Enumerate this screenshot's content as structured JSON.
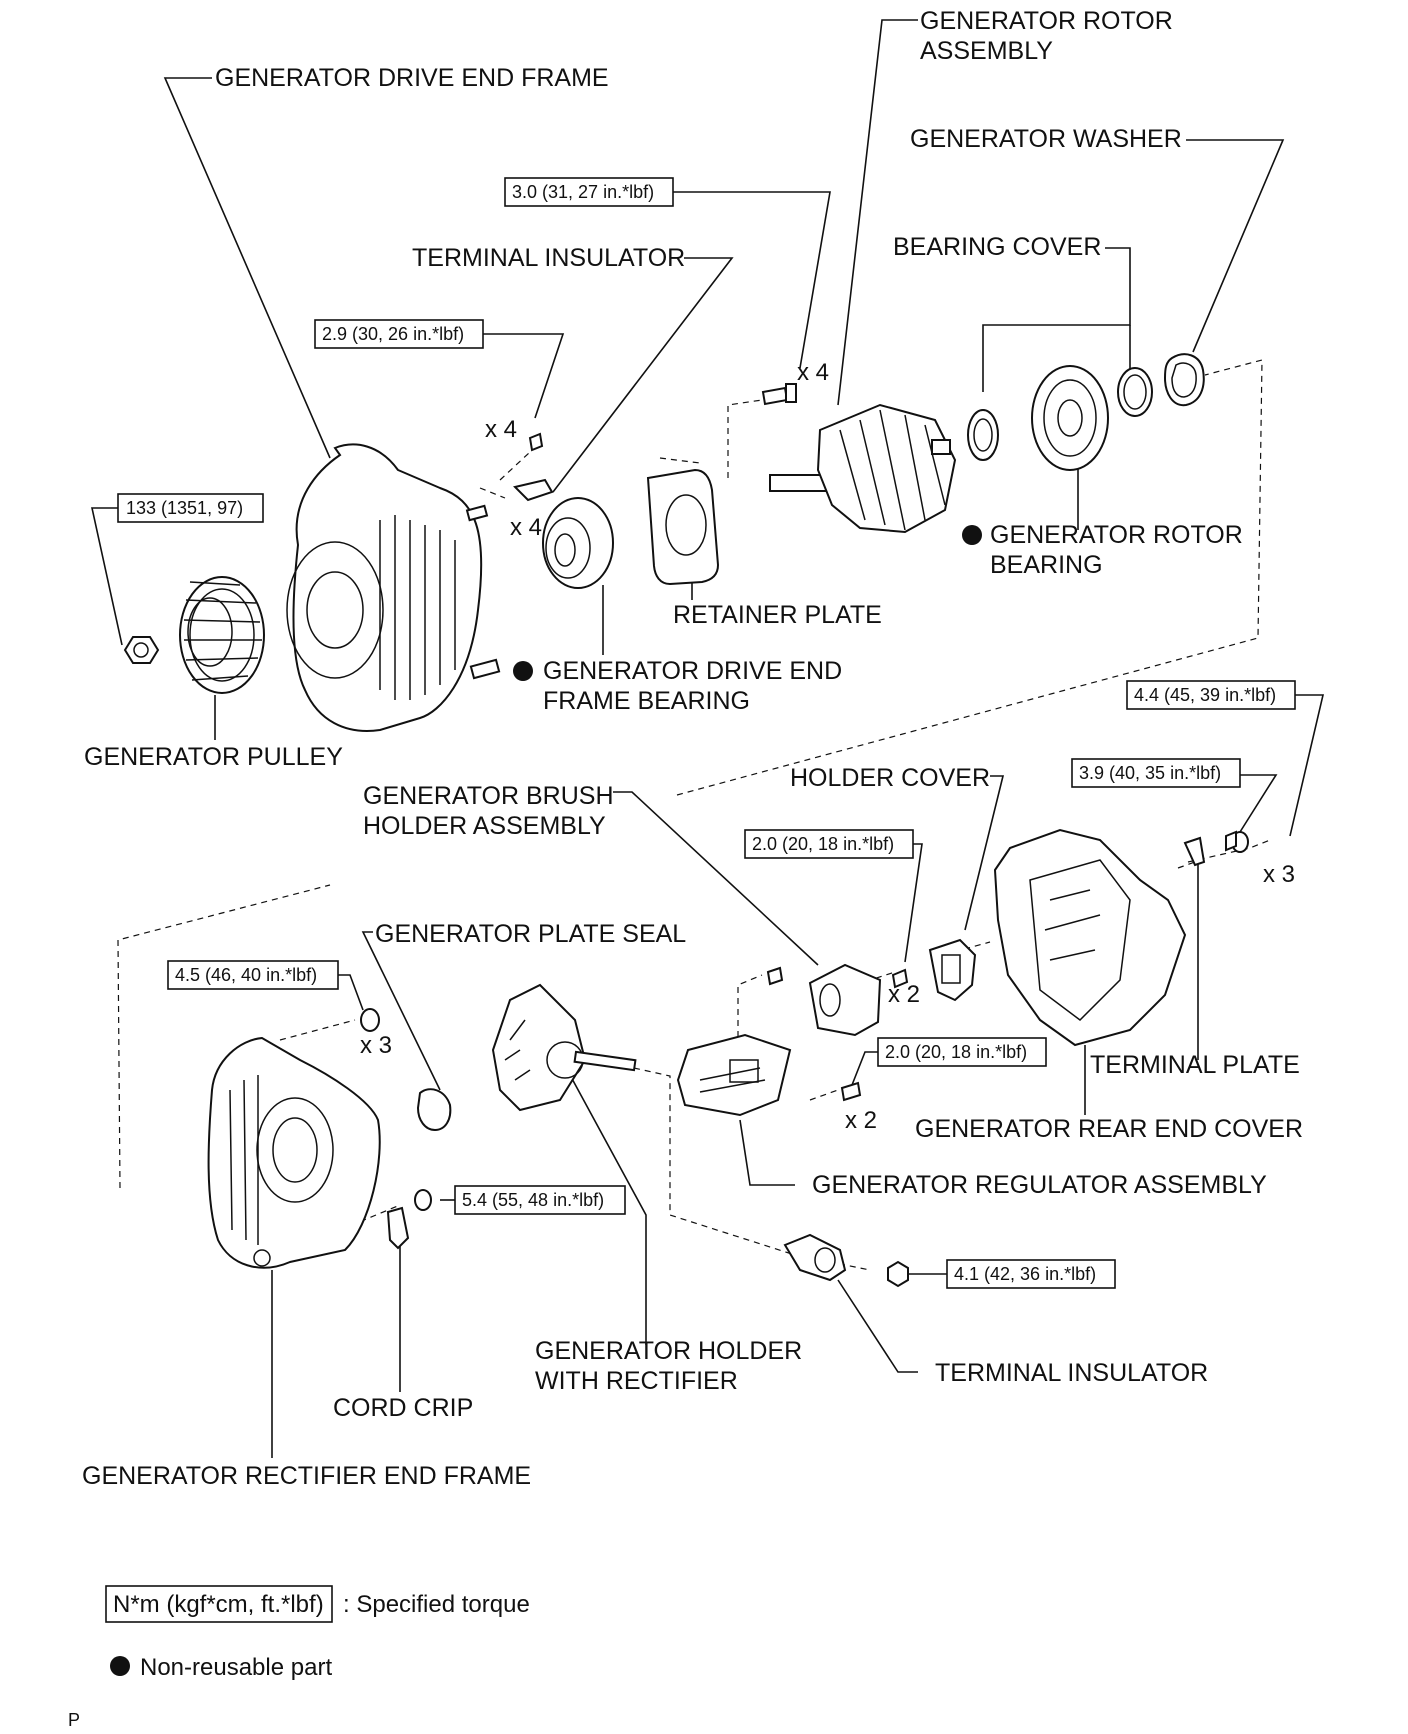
{
  "labels": {
    "drive_end_frame": "GENERATOR DRIVE END FRAME",
    "rotor_assembly_1": "GENERATOR ROTOR",
    "rotor_assembly_2": "ASSEMBLY",
    "washer": "GENERATOR WASHER",
    "terminal_insulator_top": "TERMINAL INSULATOR",
    "bearing_cover": "BEARING COVER",
    "rotor_bearing_1": "GENERATOR ROTOR",
    "rotor_bearing_2": "BEARING",
    "retainer_plate": "RETAINER PLATE",
    "drive_end_bearing_1": "GENERATOR DRIVE END",
    "drive_end_bearing_2": "FRAME BEARING",
    "pulley": "GENERATOR PULLEY",
    "brush_holder_1": "GENERATOR BRUSH",
    "brush_holder_2": "HOLDER ASSEMBLY",
    "holder_cover": "HOLDER COVER",
    "plate_seal": "GENERATOR PLATE SEAL",
    "terminal_plate": "TERMINAL PLATE",
    "rear_end_cover": "GENERATOR REAR END COVER",
    "regulator": "GENERATOR REGULATOR ASSEMBLY",
    "holder_rectifier_1": "GENERATOR HOLDER",
    "holder_rectifier_2": "WITH RECTIFIER",
    "terminal_insulator_bottom": "TERMINAL INSULATOR",
    "cord_clip": "CORD CRIP",
    "rectifier_end_frame": "GENERATOR RECTIFIER END FRAME"
  },
  "torques": {
    "t1": "3.0 (31, 27 in.*lbf)",
    "t2": "2.9 (30, 26 in.*lbf)",
    "t3": "133 (1351, 97)",
    "t4": "4.4 (45, 39 in.*lbf)",
    "t5": "3.9 (40, 35 in.*lbf)",
    "t6": "2.0 (20, 18 in.*lbf)",
    "t7": "4.5 (46, 40 in.*lbf)",
    "t8": "2.0 (20, 18 in.*lbf)",
    "t9": "5.4 (55, 48 in.*lbf)",
    "t10": "4.1 (42, 36 in.*lbf)"
  },
  "counts": {
    "c1": "x 4",
    "c2": "x 4",
    "c3": "x 4",
    "c4": "x 3",
    "c5": "x 2",
    "c6": "x 3",
    "c7": "x 2"
  },
  "legend": {
    "torque_unit": "N*m (kgf*cm, ft.*lbf)",
    "torque_desc": ": Specified torque",
    "nonreusable_desc": "Non-reusable part"
  },
  "footer": {
    "code": "P"
  }
}
